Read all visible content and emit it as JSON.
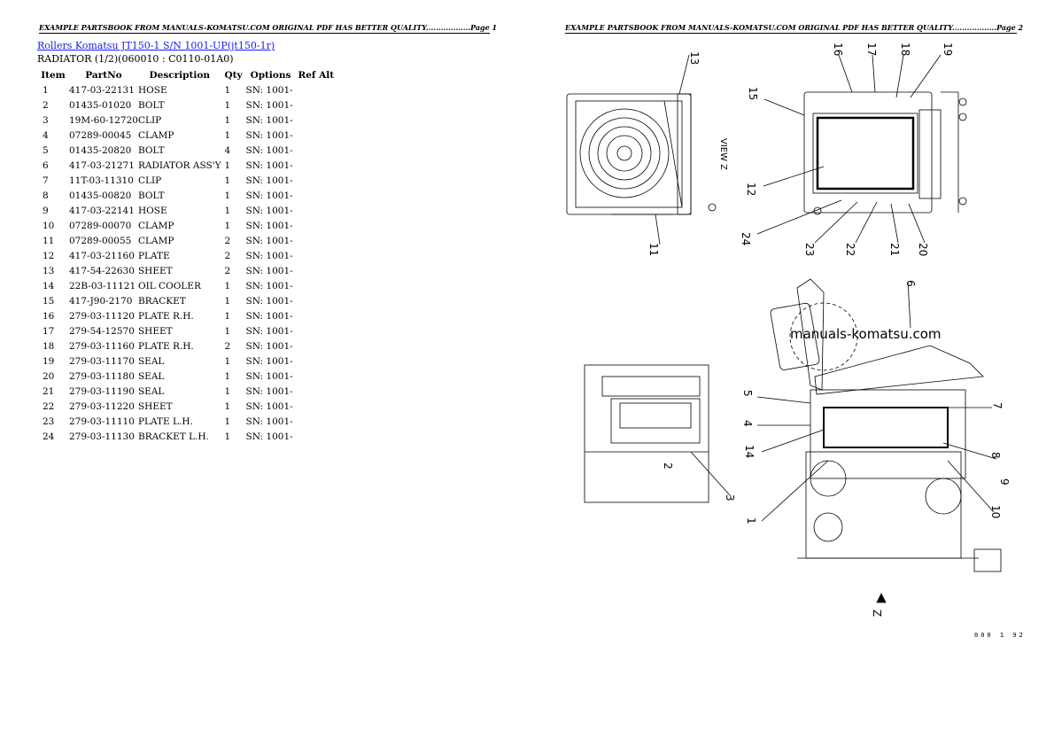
{
  "page_headers": [
    "EXAMPLE PARTSBOOK FROM MANUALS-KOMATSU.COM ORIGINAL PDF HAS BETTER QUALITY..................Page 1",
    "EXAMPLE PARTSBOOK FROM MANUALS-KOMATSU.COM ORIGINAL PDF HAS BETTER QUALITY..................Page 2"
  ],
  "title_link": "Rollers Komatsu JT150-1 S/N 1001-UP(jt150-1r)",
  "subtitle": "RADIATOR (1/2)(060010 : C0110-01A0)",
  "table": {
    "headers": [
      "Item",
      "PartNo",
      "Description",
      "Qty",
      "Options",
      "Ref Alt"
    ],
    "rows": [
      [
        "1",
        "417-03-22131",
        "HOSE",
        "1",
        "SN: 1001-",
        ""
      ],
      [
        "2",
        "01435-01020",
        "BOLT",
        "1",
        "SN: 1001-",
        ""
      ],
      [
        "3",
        "19M-60-12720",
        "CLIP",
        "1",
        "SN: 1001-",
        ""
      ],
      [
        "4",
        "07289-00045",
        "CLAMP",
        "1",
        "SN: 1001-",
        ""
      ],
      [
        "5",
        "01435-20820",
        "BOLT",
        "4",
        "SN: 1001-",
        ""
      ],
      [
        "6",
        "417-03-21271",
        "RADIATOR ASS'Y",
        "1",
        "SN: 1001-",
        ""
      ],
      [
        "7",
        "11T-03-11310",
        "CLIP",
        "1",
        "SN: 1001-",
        ""
      ],
      [
        "8",
        "01435-00820",
        "BOLT",
        "1",
        "SN: 1001-",
        ""
      ],
      [
        "9",
        "417-03-22141",
        "HOSE",
        "1",
        "SN: 1001-",
        ""
      ],
      [
        "10",
        "07289-00070",
        "CLAMP",
        "1",
        "SN: 1001-",
        ""
      ],
      [
        "11",
        "07289-00055",
        "CLAMP",
        "2",
        "SN: 1001-",
        ""
      ],
      [
        "12",
        "417-03-21160",
        "PLATE",
        "2",
        "SN: 1001-",
        ""
      ],
      [
        "13",
        "417-54-22630",
        "SHEET",
        "2",
        "SN: 1001-",
        ""
      ],
      [
        "14",
        "22B-03-11121",
        "OIL COOLER",
        "1",
        "SN: 1001-",
        ""
      ],
      [
        "15",
        "417-J90-2170",
        "BRACKET",
        "1",
        "SN: 1001-",
        ""
      ],
      [
        "16",
        "279-03-11120",
        "PLATE R.H.",
        "1",
        "SN: 1001-",
        ""
      ],
      [
        "17",
        "279-54-12570",
        "SHEET",
        "1",
        "SN: 1001-",
        ""
      ],
      [
        "18",
        "279-03-11160",
        "PLATE R.H.",
        "2",
        "SN: 1001-",
        ""
      ],
      [
        "19",
        "279-03-11170",
        "SEAL",
        "1",
        "SN: 1001-",
        ""
      ],
      [
        "20",
        "279-03-11180",
        "SEAL",
        "1",
        "SN: 1001-",
        ""
      ],
      [
        "21",
        "279-03-11190",
        "SEAL",
        "1",
        "SN: 1001-",
        ""
      ],
      [
        "22",
        "279-03-11220",
        "SHEET",
        "1",
        "SN: 1001-",
        ""
      ],
      [
        "23",
        "279-03-11110",
        "PLATE L.H.",
        "1",
        "SN: 1001-",
        ""
      ],
      [
        "24",
        "279-03-11130",
        "BRACKET L.H.",
        "1",
        "SN: 1001-",
        ""
      ]
    ]
  },
  "drawing": {
    "callouts_top": [
      "13",
      "16",
      "17",
      "18",
      "19",
      "15",
      "12",
      "24",
      "23",
      "22",
      "21",
      "20",
      "11"
    ],
    "callouts_main": [
      "6",
      "5",
      "4",
      "14",
      "1",
      "3",
      "2",
      "7",
      "8",
      "10",
      "9"
    ],
    "view_label": "VIEW Z",
    "view_letter": "Z",
    "watermark": "manuals-komatsu.com",
    "page_code": "000 1 92"
  }
}
